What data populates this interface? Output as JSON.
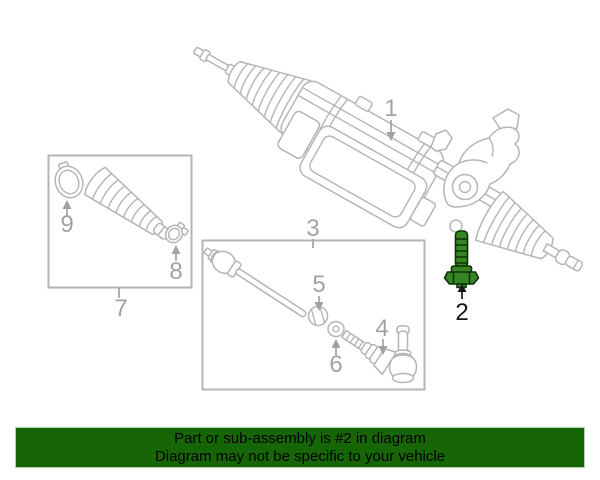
{
  "banner": {
    "line1": "Part or sub-assembly is #2 in diagram",
    "line2": "Diagram may not be specific to your vehicle"
  },
  "diagram": {
    "highlighted_part": "2",
    "callouts": [
      {
        "n": "1",
        "highlighted": false
      },
      {
        "n": "2",
        "highlighted": true
      },
      {
        "n": "3",
        "highlighted": false
      },
      {
        "n": "4",
        "highlighted": false
      },
      {
        "n": "5",
        "highlighted": false
      },
      {
        "n": "6",
        "highlighted": false
      },
      {
        "n": "7",
        "highlighted": false
      },
      {
        "n": "8",
        "highlighted": false
      },
      {
        "n": "9",
        "highlighted": false
      }
    ]
  },
  "colors": {
    "banner_bg": "#176606",
    "banner_border": "#b2d3ab",
    "banner_text": "#000000",
    "line_art": "#b5b5b5",
    "callout_gray": "#a2a2a2",
    "callout_black": "#161616",
    "highlight_green": "#378522",
    "highlight_dark": "#0d3305"
  }
}
